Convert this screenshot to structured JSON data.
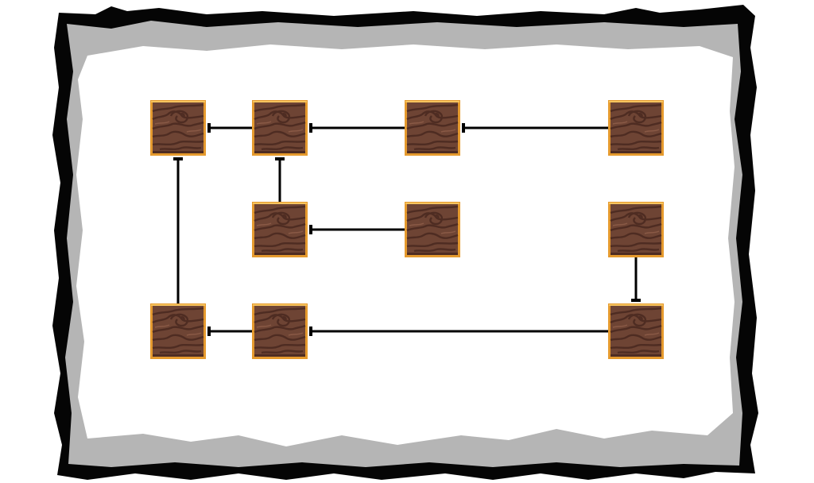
{
  "screen": "skill-tree",
  "palette": {
    "background": "#ffffff",
    "frame_black": "#050505",
    "frame_gray": "#b5b5b5",
    "parchment": "#ffffff",
    "link": "#000000",
    "tile_wood": "#6e4434",
    "tile_wood_dark": "#4e2c22",
    "tile_wood_light": "#8a5a46",
    "tile_border": "#e59a2e",
    "tile_border_light": "#f6c45f"
  },
  "nodes": [
    {
      "id": "r1c1",
      "icon": "wood-tile-icon",
      "locked": false
    },
    {
      "id": "r1c2",
      "icon": "wood-tile-icon",
      "locked": false
    },
    {
      "id": "r1c3",
      "icon": "wood-tile-icon",
      "locked": false
    },
    {
      "id": "r1c4",
      "icon": "wood-tile-icon",
      "locked": false
    },
    {
      "id": "r2c2",
      "icon": "wood-tile-icon",
      "locked": false
    },
    {
      "id": "r2c3",
      "icon": "wood-tile-icon",
      "locked": false
    },
    {
      "id": "r2c4",
      "icon": "wood-tile-icon",
      "locked": false
    },
    {
      "id": "r3c1",
      "icon": "wood-tile-icon",
      "locked": false
    },
    {
      "id": "r3c2",
      "icon": "wood-tile-icon",
      "locked": false
    },
    {
      "id": "r3c4",
      "icon": "wood-tile-icon",
      "locked": false
    }
  ],
  "links": [
    {
      "from": "r1c4",
      "to": "r1c3"
    },
    {
      "from": "r1c3",
      "to": "r1c2"
    },
    {
      "from": "r1c2",
      "to": "r1c1"
    },
    {
      "from": "r2c2",
      "to": "r1c2"
    },
    {
      "from": "r2c3",
      "to": "r2c2"
    },
    {
      "from": "r3c1",
      "to": "r1c1"
    },
    {
      "from": "r3c2",
      "to": "r3c1"
    },
    {
      "from": "r3c4",
      "to": "r3c2"
    },
    {
      "from": "r2c4",
      "to": "r3c4"
    }
  ]
}
